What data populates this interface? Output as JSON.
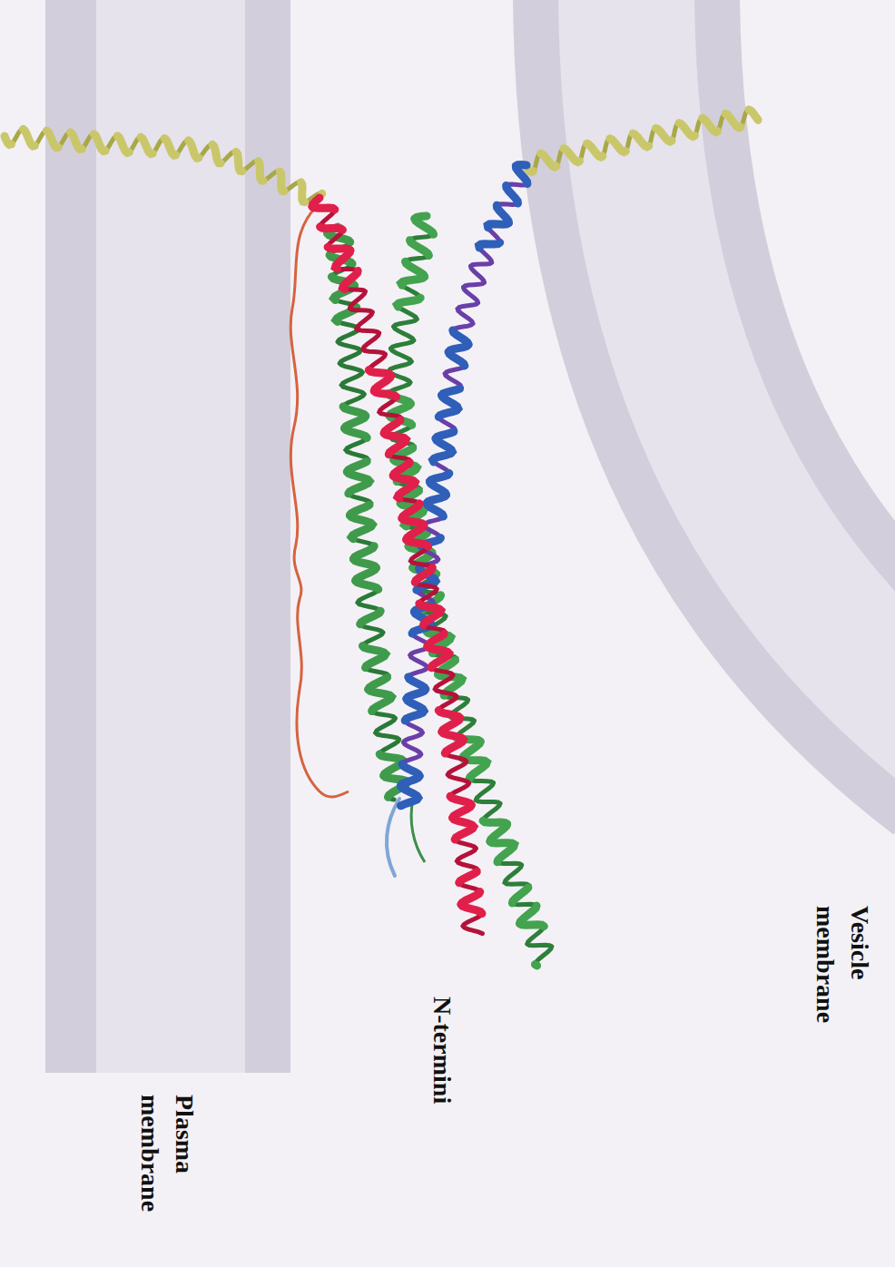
{
  "diagram": {
    "labels": [
      "Vesicle membrane",
      "N-termini",
      "Plasma membrane"
    ]
  }
}
